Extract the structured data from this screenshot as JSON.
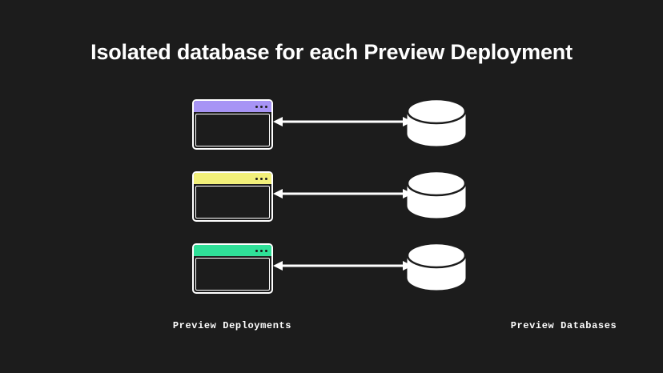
{
  "background_color": "#1c1c1c",
  "header": {
    "title": "Isolated database for each Preview Deployment",
    "title_color": "#ffffff"
  },
  "diagram": {
    "type": "relationship",
    "rows": [
      {
        "id": "row-1",
        "window": {
          "name": "preview-deployment-window-1",
          "titlebar_color": "#a794f5",
          "dots": 3,
          "border_color": "#ffffff",
          "body_color": "#1c1c1c"
        },
        "connector": {
          "name": "bidirectional-arrow-1",
          "style": "double-headed",
          "color": "#ffffff"
        },
        "database": {
          "name": "preview-database-1",
          "shape": "cylinder",
          "fill": "#ffffff",
          "stroke": "#1c1c1c"
        }
      },
      {
        "id": "row-2",
        "window": {
          "name": "preview-deployment-window-2",
          "titlebar_color": "#f2f07a",
          "dots": 3,
          "border_color": "#ffffff",
          "body_color": "#1c1c1c"
        },
        "connector": {
          "name": "bidirectional-arrow-2",
          "style": "double-headed",
          "color": "#ffffff"
        },
        "database": {
          "name": "preview-database-2",
          "shape": "cylinder",
          "fill": "#ffffff",
          "stroke": "#1c1c1c"
        }
      },
      {
        "id": "row-3",
        "window": {
          "name": "preview-deployment-window-3",
          "titlebar_color": "#2fe098",
          "dots": 3,
          "border_color": "#ffffff",
          "body_color": "#1c1c1c"
        },
        "connector": {
          "name": "bidirectional-arrow-3",
          "style": "double-headed",
          "color": "#ffffff"
        },
        "database": {
          "name": "preview-database-3",
          "shape": "cylinder",
          "fill": "#ffffff",
          "stroke": "#1c1c1c"
        }
      }
    ],
    "captions": {
      "left": "Preview Deployments",
      "right": "Preview Databases",
      "color": "#ffffff"
    }
  }
}
